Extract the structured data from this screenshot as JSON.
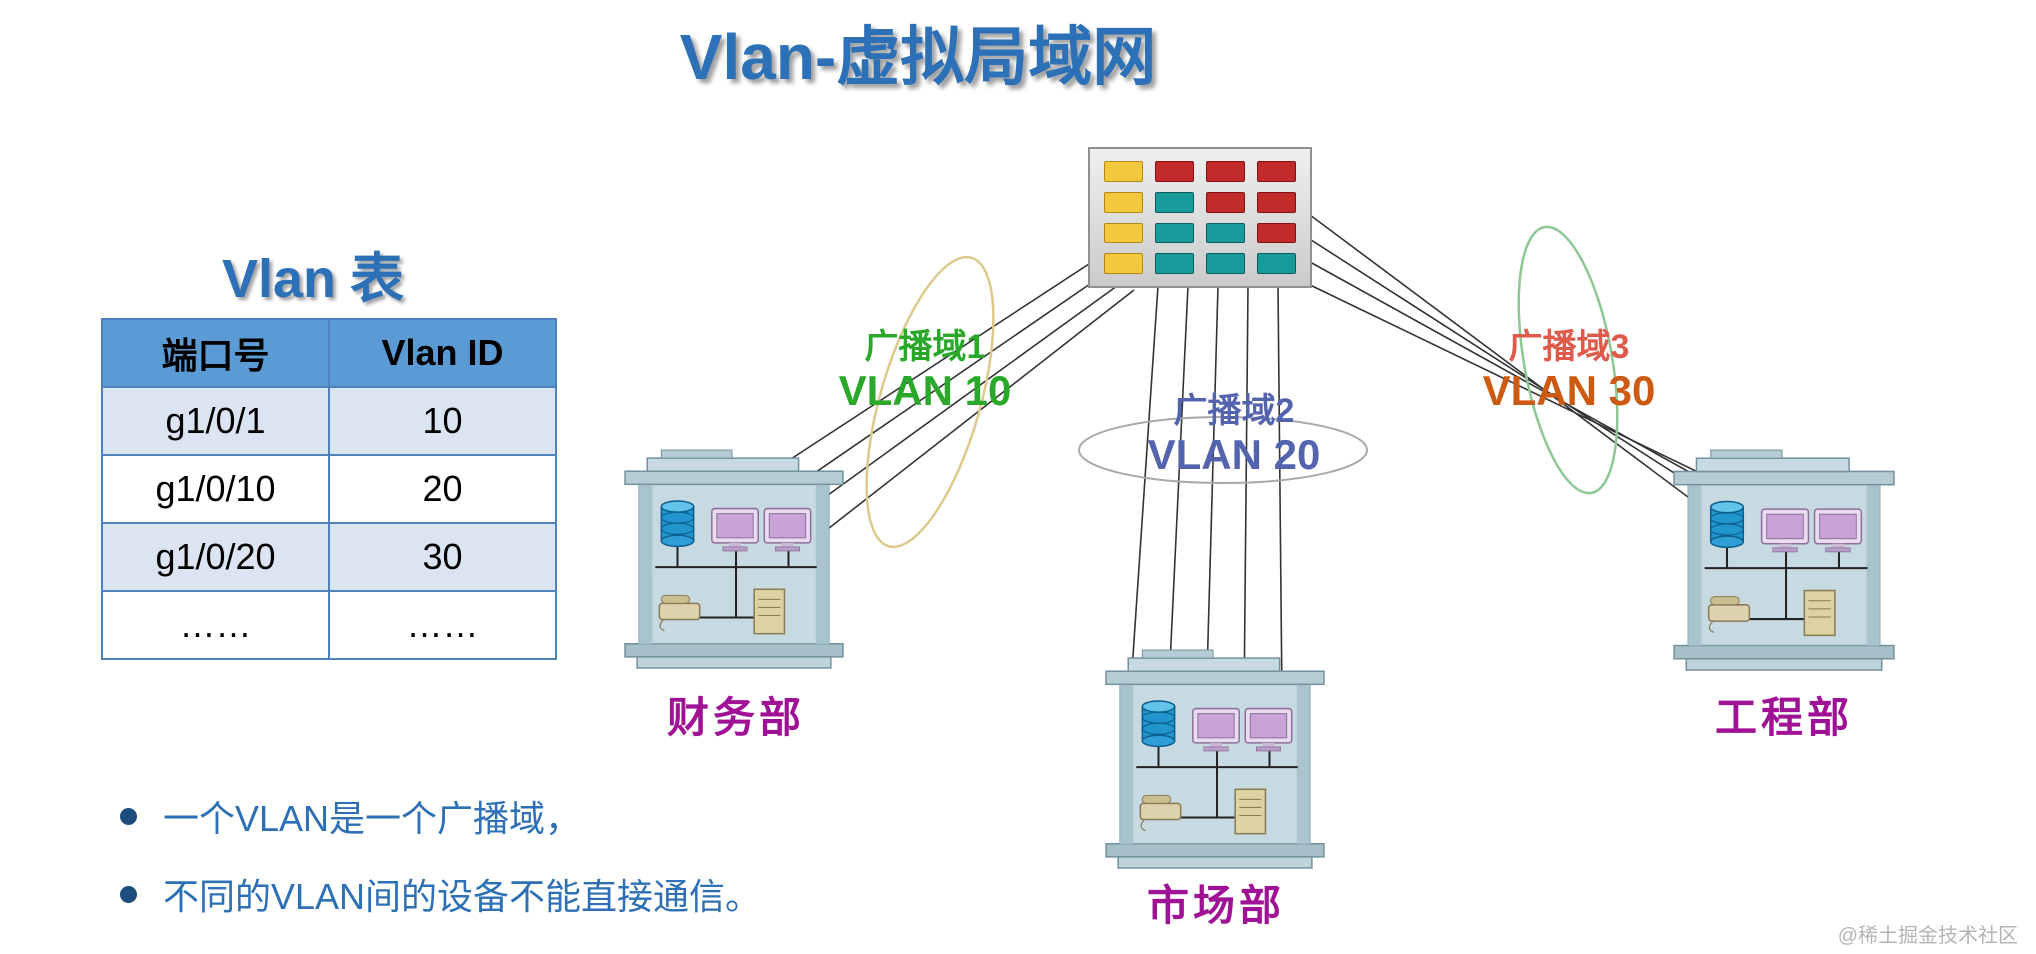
{
  "title": "Vlan-虚拟局域网",
  "table_heading": {
    "en": "Vlan",
    "zh": "表"
  },
  "vlan_table": {
    "columns": [
      "端口号",
      "Vlan ID"
    ],
    "rows": [
      [
        "g1/0/1",
        "10"
      ],
      [
        "g1/0/10",
        "20"
      ],
      [
        "g1/0/20",
        "30"
      ],
      [
        "……",
        "……"
      ]
    ]
  },
  "bullets": [
    "一个VLAN是一个广播域，",
    "不同的VLAN间的设备不能直接通信。"
  ],
  "broadcast_domains": [
    {
      "name": "广播域1",
      "vlan": "VLAN 10",
      "name_color": "#2aa82a",
      "vlan_color": "#2aa82a"
    },
    {
      "name": "广播域2",
      "vlan": "VLAN 20",
      "name_color": "#5363ae",
      "vlan_color": "#5363ae"
    },
    {
      "name": "广播域3",
      "vlan": "VLAN 30",
      "name_color": "#df5a4b",
      "vlan_color": "#cd5a12"
    }
  ],
  "departments": [
    {
      "label": "财务部"
    },
    {
      "label": "市场部"
    },
    {
      "label": "工程部"
    }
  ],
  "switch": {
    "port_rows": [
      [
        "yellow",
        "red",
        "red",
        "red"
      ],
      [
        "yellow",
        "teal",
        "red",
        "red"
      ],
      [
        "yellow",
        "teal",
        "teal",
        "red"
      ],
      [
        "yellow",
        "teal",
        "teal",
        "teal"
      ]
    ],
    "port_colors": {
      "yellow": "#f4c83d",
      "red": "#c32a2a",
      "teal": "#199b9b"
    }
  },
  "colors": {
    "title_blue": "#2c70b8",
    "dept_label_purple": "#a01295",
    "table_header_bg": "#5b9bd5",
    "table_row_alt_bg": "#dbe5f1",
    "table_border": "#4f81bd",
    "bullet_dot": "#1d4e7e"
  },
  "watermark": "@稀土掘金技术社区"
}
